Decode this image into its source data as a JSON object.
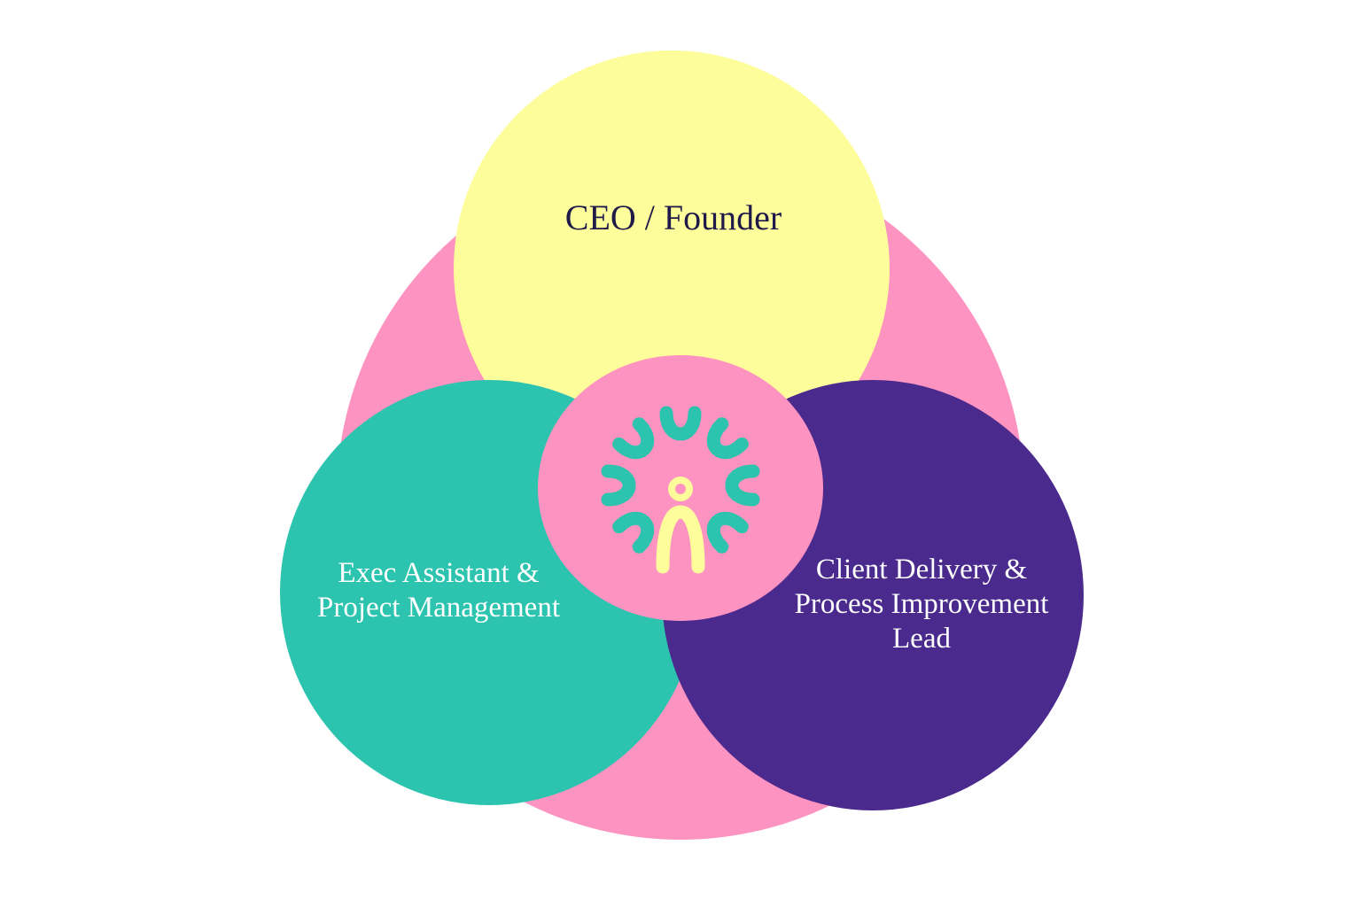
{
  "colors": {
    "background": "#ffffff",
    "outer_shape": "#fd93c0",
    "ceo_circle": "#fdfd9b",
    "exec_circle": "#2cc4ae",
    "client_circle": "#4b2a8e",
    "center_circle": "#fd93c0",
    "logo_teal": "#2cc4ae",
    "logo_yellow": "#fdfd9b",
    "ceo_text": "#1f1a4a",
    "light_text": "#ffffff"
  },
  "circles": {
    "ceo": {
      "lines": [
        "CEO / Founder"
      ]
    },
    "exec": {
      "lines": [
        "Exec Assistant &",
        "Project Management"
      ]
    },
    "client": {
      "lines": [
        "Client Delivery &",
        "Process Improvement",
        "Lead"
      ]
    }
  },
  "center": {
    "icon": "sunburst-person-logo-icon"
  }
}
